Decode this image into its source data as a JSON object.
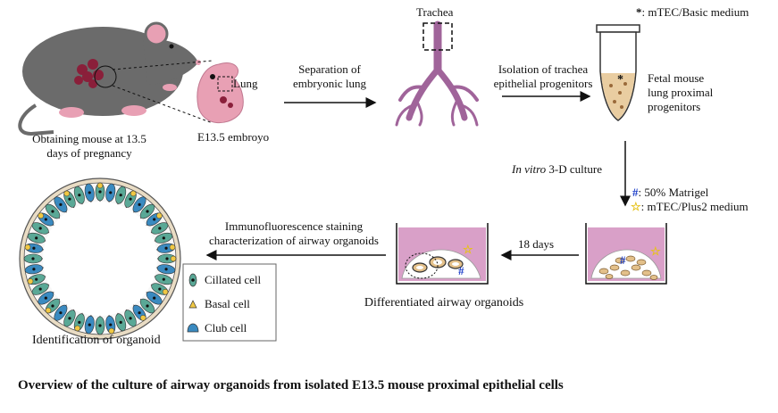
{
  "steps": {
    "mouse_caption_1": "Obtaining mouse at 13.5",
    "mouse_caption_2": "days of pregnancy",
    "embryo_label": "E13.5 embroyo",
    "lung_label": "Lung",
    "separation_1": "Separation of",
    "separation_2": "embryonic lung",
    "trachea_label": "Trachea",
    "isolation_1": "Isolation of trachea",
    "isolation_2": "epithelial progenitors",
    "medium_note": ": mTEC/Basic medium",
    "fetal_1": "Fetal mouse",
    "fetal_2": "lung proximal",
    "fetal_3": "progenitors",
    "invitro_italic": "In vitro",
    "invitro_rest": " 3-D culture",
    "matrigel_note": ": 50% Matrigel",
    "plus2_note": ": mTEC/Plus2 medium",
    "days_label": "18 days",
    "differentiated_label": "Differentiated airway organoids",
    "immuno_1": "Immunofluorescence staining",
    "immuno_2": "characterization of airway organoids",
    "identification_label": "Identification of organoid"
  },
  "legend": {
    "ciliated": "Cillated cell",
    "basal": "Basal cell",
    "club": "Club cell"
  },
  "symbols": {
    "asterisk": "*",
    "hash": "#",
    "star": "☆"
  },
  "caption": "Overview of the culture of airway organoids from isolated E13.5 mouse proximal epithelial cells",
  "colors": {
    "mouse": "#6b6b6b",
    "pink": "#e8a0b4",
    "trachea": "#a0649a",
    "matrigel": "#d9a0c8",
    "organoid_cell": "#e3c08a",
    "ciliated": "#5aa896",
    "basal": "#f0c844",
    "club": "#3a8ac0",
    "hash": "#1a3cc8",
    "star": "#e6c21a"
  }
}
